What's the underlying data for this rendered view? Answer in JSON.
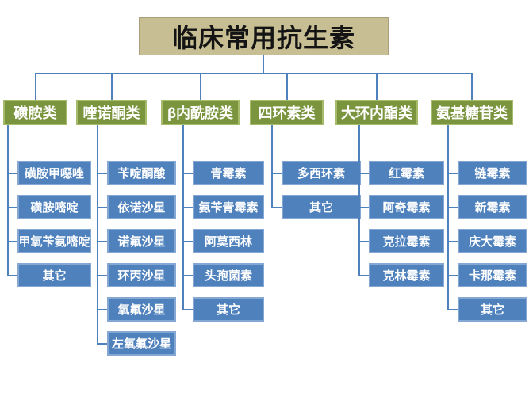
{
  "title": "临床常用抗生素",
  "colors": {
    "title_bg": "#c8be93",
    "category_bg": "#7b953f",
    "item_bg": "#4f81bd",
    "connector": "#4f81bd",
    "title_text": "#141414",
    "node_text": "#ffffff"
  },
  "categories": [
    {
      "label": "磺胺类",
      "items": [
        "磺胺甲噁唑",
        "磺胺嘧啶",
        "甲氧苄氨嘧啶",
        "其它"
      ]
    },
    {
      "label": "喹诺酮类",
      "items": [
        "苄啶酮酸",
        "依诺沙星",
        "诺氟沙星",
        "环丙沙星",
        "氧氟沙星",
        "左氧氟沙星"
      ]
    },
    {
      "label": "β内酰胺类",
      "items": [
        "青霉素",
        "氨苄青霉素",
        "阿莫西林",
        "头孢菌素",
        "其它"
      ]
    },
    {
      "label": "四环素类",
      "items": [
        "多西环素",
        "其它"
      ]
    },
    {
      "label": "大环内酯类",
      "items": [
        "红霉素",
        "阿奇霉素",
        "克拉霉素",
        "克林霉素"
      ]
    },
    {
      "label": "氨基糖苷类",
      "items": [
        "链霉素",
        "新霉素",
        "庆大霉素",
        "卡那霉素",
        "其它"
      ]
    }
  ]
}
